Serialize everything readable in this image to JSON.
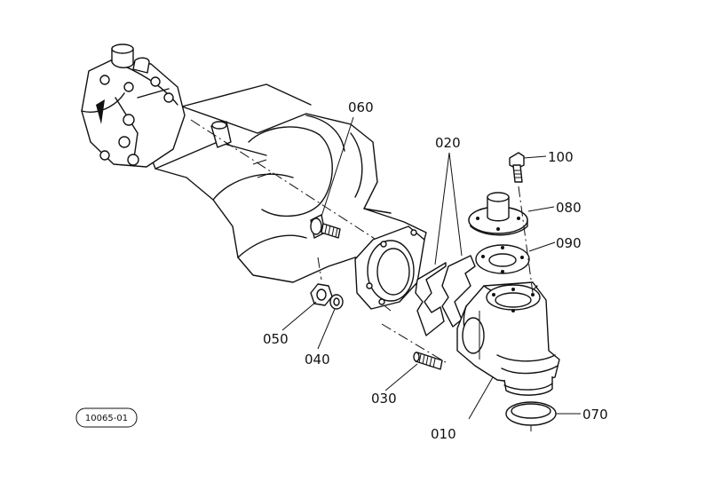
{
  "callouts": {
    "p010": "010",
    "p020": "020",
    "p030": "030",
    "p040": "040",
    "p050": "050",
    "p060": "060",
    "p070": "070",
    "p080": "080",
    "p090": "090",
    "p100": "100"
  },
  "reference_code": "10065-01"
}
